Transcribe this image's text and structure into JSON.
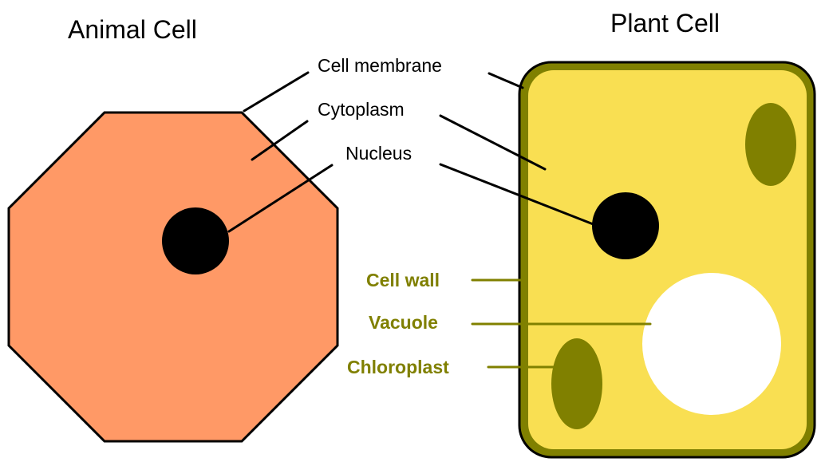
{
  "animal_cell": {
    "title": "Animal Cell"
  },
  "plant_cell": {
    "title": "Plant Cell"
  },
  "shared_labels": {
    "cell_membrane": "Cell membrane",
    "cytoplasm": "Cytoplasm",
    "nucleus": "Nucleus"
  },
  "plant_labels": {
    "cell_wall": "Cell wall",
    "vacuole": "Vacuole",
    "chloroplast": "Chloroplast"
  },
  "colors": {
    "animal_cytoplasm": "#FF9966",
    "plant_cytoplasm": "#F9DF52",
    "cell_wall": "#808000",
    "chloroplast": "#808000",
    "plant_label_text": "#808000",
    "nucleus": "#000000",
    "vacuole": "#FFFFFF",
    "outline": "#000000"
  }
}
